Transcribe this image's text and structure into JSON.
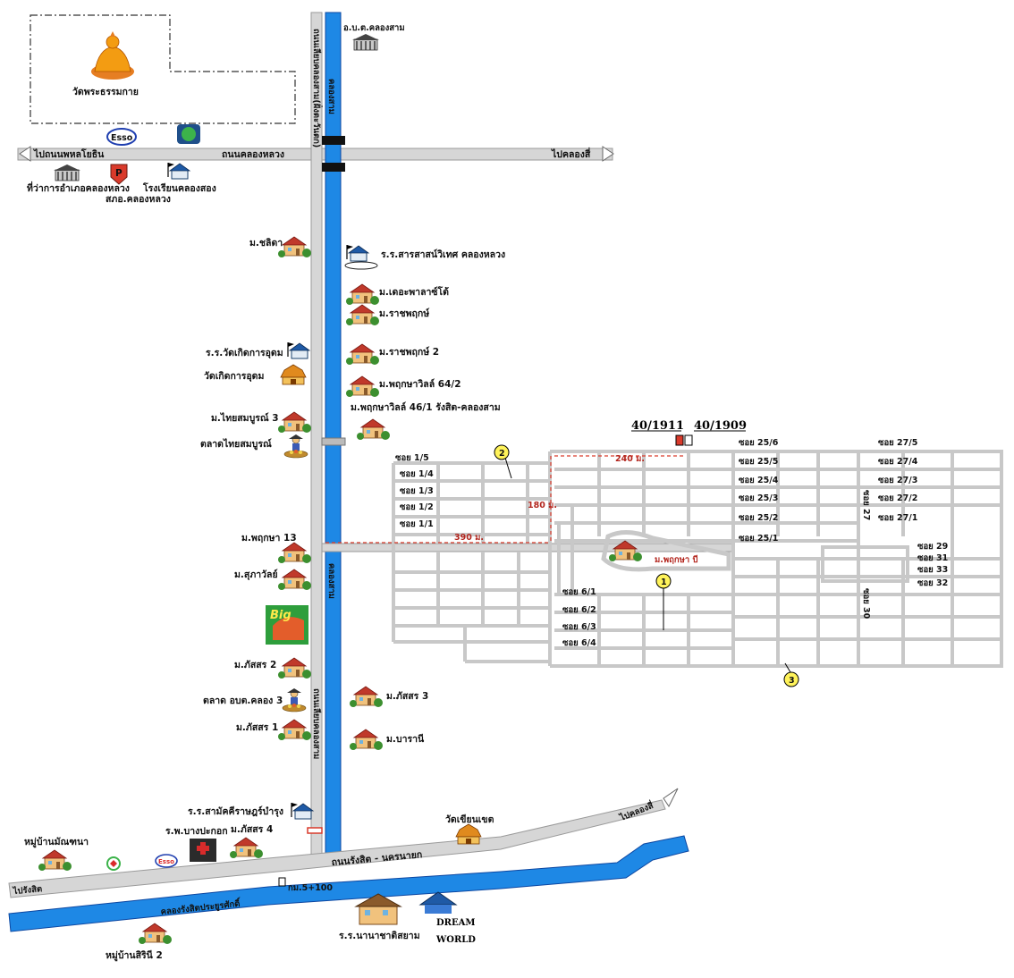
{
  "colors": {
    "canal": "#1e88e5",
    "canal_edge": "#0d47a1",
    "road": "#d6d6d6",
    "road_edge": "#9a9a9a",
    "accent_red": "#b3261e",
    "big_green": "#2e9e3c"
  },
  "temple": {
    "name": "วัดพระธรรมกาย"
  },
  "top": {
    "obt_klong3": "อ.บ.ต.คลองสาม"
  },
  "roads": {
    "klong_luang": "ถนนคลองหลวง",
    "to_phahon": "ไปถนนพหลโยธิน",
    "to_klong4": "ไปคลองสี่",
    "rangsit_nakhonnayok": "ถนนรังสิต - นครนายก",
    "to_klong4_bottom": "ไปคลองสี่",
    "to_rangsit": "ไปรังสิต",
    "km": "กม.5+100",
    "vertical_top": "ถนนเลียบคลองสาม(ฝั่งตะวันตก)",
    "vertical_bottom": "ถนนเลียบคลองสาม"
  },
  "canals": {
    "klong3_top": "คลองสาม",
    "klong3_mid": "คลองสาม",
    "rangsit_canal": "คลองรังสิตประยูรศักดิ์"
  },
  "places_left": {
    "district_office": "ที่ว่าการอำเภอคลองหลวง",
    "police": "สภอ.คลองหลวง",
    "school_klong2": "โรงเรียนคลองสอง",
    "chalida": "ม.ชลิดา",
    "school_wat": "ร.ร.วัดเกิดการอุดม",
    "wat_koet": "วัดเกิดการอุดม",
    "thai_somboon3": "ม.ไทยสมบูรณ์ 3",
    "market_thai": "ตลาดไทยสมบูรณ์",
    "pruksa13": "ม.พฤกษา 13",
    "supawan": "ม.สุภาวัลย์",
    "big": "Big",
    "passorn2": "ม.ภัสสร 2",
    "market_obt": "ตลาด อบต.คลอง 3",
    "passorn1": "ม.ภัสสร 1",
    "school_samakkhi": "ร.ร.สามัคคีราษฎร์บำรุง",
    "hospital": "ร.พ.บางปะกอก",
    "passorn4": "ม.ภัสสร 4",
    "mantana": "หมู่บ้านมัณฑนา",
    "sirinee2": "หมู่บ้านสิรินี 2"
  },
  "places_right": {
    "school_sarasas": "ร.ร.สารสาสน์วิเทศ คลองหลวง",
    "the_plant": "ม.เดอะพาลาซ์โต้",
    "ratchapruek": "ม.ราชพฤกษ์",
    "ratchapruek2": "ม.ราชพฤกษ์ 2",
    "pruksa_ville642": "ม.พฤกษาวิลล์ 64/2",
    "pruksa_ville461": "ม.พฤกษาวิลล์ 46/1 รังสิต-คลองสาม",
    "passorn3": "ม.ภัสสร 3",
    "baranee": "ม.บารานี",
    "wat_khian": "วัดเขียนเขต",
    "school_nanachat": "ร.ร.นานาชาติสยาม",
    "dream_world": "DREAM\nWORLD",
    "dream": "DREAM",
    "world": "WORLD",
    "pruksa_b": "ม.พฤกษา บี"
  },
  "grid": {
    "unit_a": "40/1911",
    "unit_b": "40/1909",
    "dist_240": "240 ม.",
    "dist_180": "180 ม.",
    "dist_390": "390 ม.",
    "soi_left": [
      "ซอย 1/5",
      "ซอย 1/4",
      "ซอย 1/3",
      "ซอย 1/2",
      "ซอย 1/1"
    ],
    "soi_25": [
      "ซอย 25/6",
      "ซอย 25/5",
      "ซอย 25/4",
      "ซอย 25/3",
      "ซอย 25/2",
      "ซอย 25/1"
    ],
    "soi_27": [
      "ซอย 27/5",
      "ซอย 27/4",
      "ซอย 27/3",
      "ซอย 27/2",
      "ซอย 27/1"
    ],
    "soi_27_vertical": "ซอย 27",
    "soi_right": [
      "ซอย 29",
      "ซอย 31",
      "ซอย 33",
      "ซอย 32"
    ],
    "soi_30": "ซอย 30",
    "soi_6": [
      "ซอย 6/1",
      "ซอย 6/2",
      "ซอย 6/3",
      "ซอย 6/4"
    ],
    "markers": [
      "1",
      "2",
      "3"
    ]
  },
  "brands": {
    "esso": "Esso",
    "p": "P"
  }
}
